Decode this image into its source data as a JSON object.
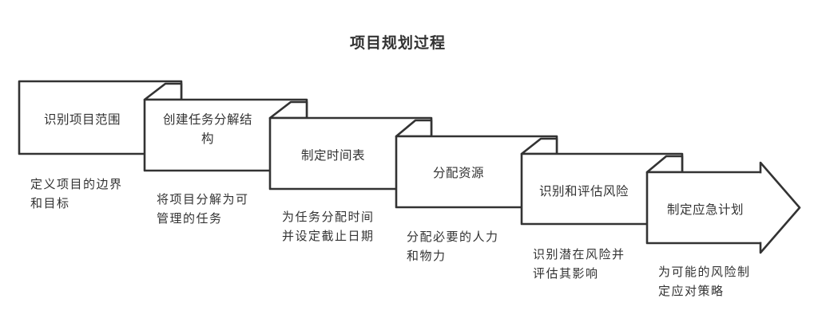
{
  "title": "项目规划过程",
  "steps": [
    {
      "label": [
        "识别项目范围"
      ],
      "description": [
        "定义项目的边界",
        "和目标"
      ]
    },
    {
      "label": [
        "创建任务分解结",
        "构"
      ],
      "description": [
        "将项目分解为可",
        "管理的任务"
      ]
    },
    {
      "label": [
        "制定时间表"
      ],
      "description": [
        "为任务分配时间",
        "并设定截止日期"
      ]
    },
    {
      "label": [
        "分配资源"
      ],
      "description": [
        "分配必要的人力",
        "和物力"
      ]
    },
    {
      "label": [
        "识别和评估风险"
      ],
      "description": [
        "识别潜在风险并",
        "评估其影响"
      ]
    },
    {
      "label": [
        "制定应急计划"
      ],
      "description": [
        "为可能的风险制",
        "定应对策略"
      ]
    }
  ],
  "colors": {
    "stroke": "#333333",
    "fill": "#ffffff",
    "text": "#333333"
  }
}
